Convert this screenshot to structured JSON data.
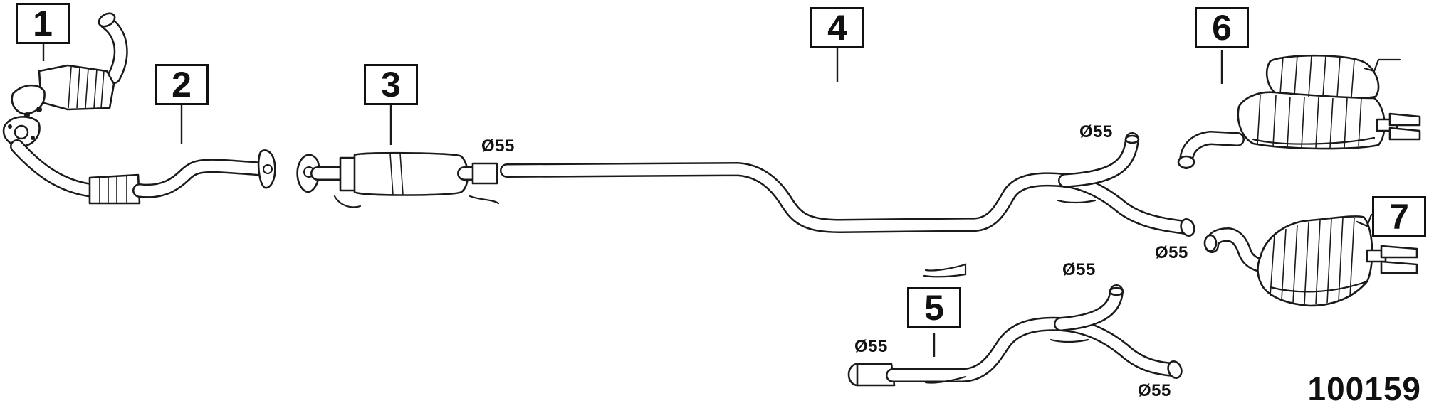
{
  "parts": [
    {
      "id": "1",
      "label": "1"
    },
    {
      "id": "2",
      "label": "2"
    },
    {
      "id": "3",
      "label": "3"
    },
    {
      "id": "4",
      "label": "4"
    },
    {
      "id": "5",
      "label": "5"
    },
    {
      "id": "6",
      "label": "6"
    },
    {
      "id": "7",
      "label": "7"
    }
  ],
  "dimensions": {
    "d_front_outlet": "Ø55",
    "d_mid_upper": "Ø55",
    "d_mid_lower": "Ø55",
    "d_alt_upper": "Ø55",
    "d_alt_inlet": "Ø55",
    "d_alt_lower": "Ø55"
  },
  "reference_number": "100159",
  "colors": {
    "line": "#1a1a1a",
    "background": "#ffffff"
  }
}
